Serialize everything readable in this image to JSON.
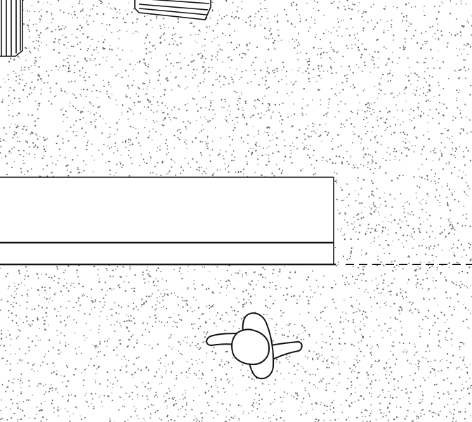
{
  "drawing": {
    "style": "architectural plan fragment, black line work on white",
    "colors": {
      "background": "#ffffff",
      "line": "#111111",
      "stipple": "#6a6a6a"
    },
    "ground_texture": "stippled paving",
    "elements": [
      "bench-slats-top-left",
      "bench-slats-top-center",
      "planter-wall",
      "dashed-edge-line",
      "person-figure"
    ]
  }
}
